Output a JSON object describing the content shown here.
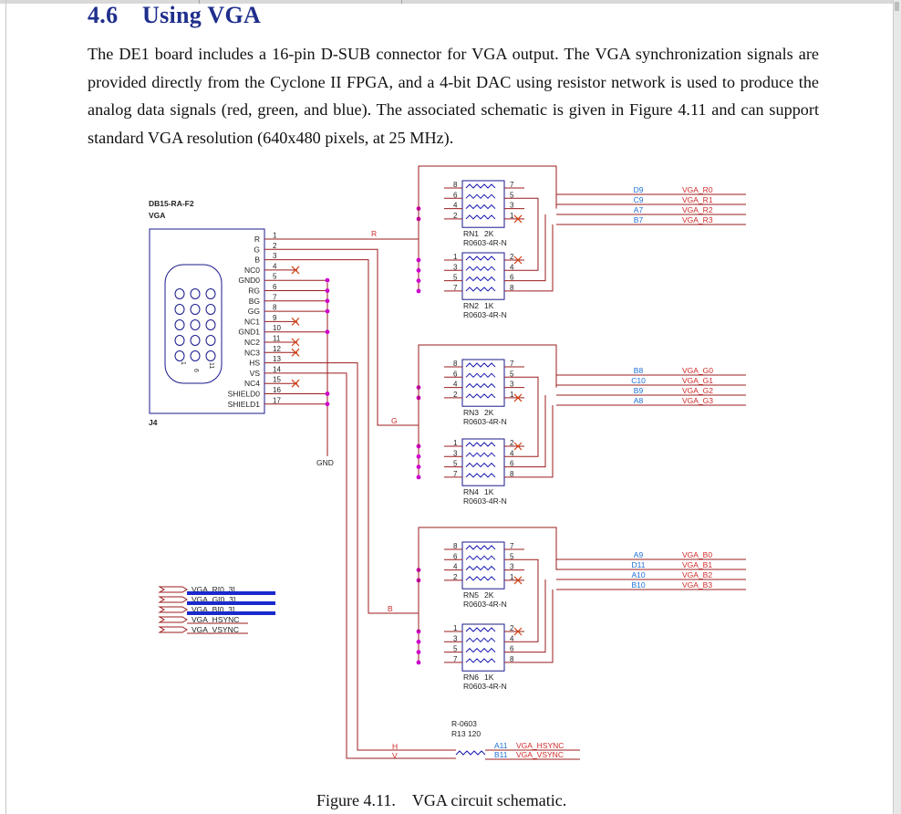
{
  "section": {
    "number": "4.6",
    "title": "Using VGA",
    "paragraph": "The DE1 board includes a 16-pin D-SUB connector for VGA output. The VGA synchronization signals are provided directly from the Cyclone II FPGA, and a 4-bit DAC using resistor network is used to produce the analog data signals (red, green, and blue). The associated schematic is given in Figure 4.11 and can support standard VGA resolution (640x480 pixels, at 25 MHz)."
  },
  "figure": {
    "number": "Figure 4.11.",
    "caption": "VGA circuit schematic."
  },
  "schematic": {
    "connector": {
      "part": "DB15-RA-F2",
      "name": "VGA",
      "ref": "J4",
      "pin_names": [
        "R",
        "G",
        "B",
        "NC0",
        "GND0",
        "RG",
        "BG",
        "GG",
        "NC1",
        "GND1",
        "NC2",
        "NC3",
        "HS",
        "VS",
        "NC4",
        "SHIELD0",
        "SHIELD1"
      ],
      "pin_numbers": [
        "1",
        "2",
        "3",
        "4",
        "5",
        "6",
        "7",
        "8",
        "9",
        "10",
        "11",
        "12",
        "13",
        "14",
        "15",
        "16",
        "17"
      ],
      "body_pins": [
        "1",
        "6",
        "11"
      ]
    },
    "gnd_label": "GND",
    "net_labels": {
      "r": "R",
      "g": "G",
      "b": "B",
      "h": "H",
      "v": "V"
    },
    "resnets": [
      {
        "ref": "RN1",
        "value": "2K",
        "part": "R0603-4R-N",
        "pins_left": [
          "8",
          "6",
          "4",
          "2"
        ],
        "pins_right": [
          "7",
          "5",
          "3",
          "1"
        ]
      },
      {
        "ref": "RN2",
        "value": "1K",
        "part": "R0603-4R-N",
        "pins_left": [
          "1",
          "3",
          "5",
          "7"
        ],
        "pins_right": [
          "2",
          "4",
          "6",
          "8"
        ]
      },
      {
        "ref": "RN3",
        "value": "2K",
        "part": "R0603-4R-N",
        "pins_left": [
          "8",
          "6",
          "4",
          "2"
        ],
        "pins_right": [
          "7",
          "5",
          "3",
          "1"
        ]
      },
      {
        "ref": "RN4",
        "value": "1K",
        "part": "R0603-4R-N",
        "pins_left": [
          "1",
          "3",
          "5",
          "7"
        ],
        "pins_right": [
          "2",
          "4",
          "6",
          "8"
        ]
      },
      {
        "ref": "RN5",
        "value": "2K",
        "part": "R0603-4R-N",
        "pins_left": [
          "8",
          "6",
          "4",
          "2"
        ],
        "pins_right": [
          "7",
          "5",
          "3",
          "1"
        ]
      },
      {
        "ref": "RN6",
        "value": "1K",
        "part": "R0603-4R-N",
        "pins_left": [
          "1",
          "3",
          "5",
          "7"
        ],
        "pins_right": [
          "2",
          "4",
          "6",
          "8"
        ]
      }
    ],
    "fpga_groups": [
      {
        "pins": [
          "D9",
          "C9",
          "A7",
          "B7"
        ],
        "signals": [
          "VGA_R0",
          "VGA_R1",
          "VGA_R2",
          "VGA_R3"
        ]
      },
      {
        "pins": [
          "B8",
          "C10",
          "B9",
          "A8"
        ],
        "signals": [
          "VGA_G0",
          "VGA_G1",
          "VGA_G2",
          "VGA_G3"
        ]
      },
      {
        "pins": [
          "A9",
          "D11",
          "A10",
          "B10"
        ],
        "signals": [
          "VGA_B0",
          "VGA_B1",
          "VGA_B2",
          "VGA_B3"
        ]
      }
    ],
    "sync_resistor": {
      "part": "R-0603",
      "ref_value": "R13 120"
    },
    "sync_outputs": {
      "pins": [
        "A11",
        "B11"
      ],
      "signals": [
        "VGA_HSYNC",
        "VGA_VSYNC"
      ]
    },
    "bus_ports": [
      "VGA_R[0..3]",
      "VGA_G[0..3]",
      "VGA_B[0..3]",
      "VGA_HSYNC",
      "VGA_VSYNC"
    ],
    "colors": {
      "wire": "#9b1c1c",
      "pin_text": "#1b6fd6",
      "signal_text": "#d12a2a",
      "junction": "#cc00cc",
      "nc_cross": "#d04010",
      "bus": "#1a2acc",
      "text": "#222222"
    }
  }
}
